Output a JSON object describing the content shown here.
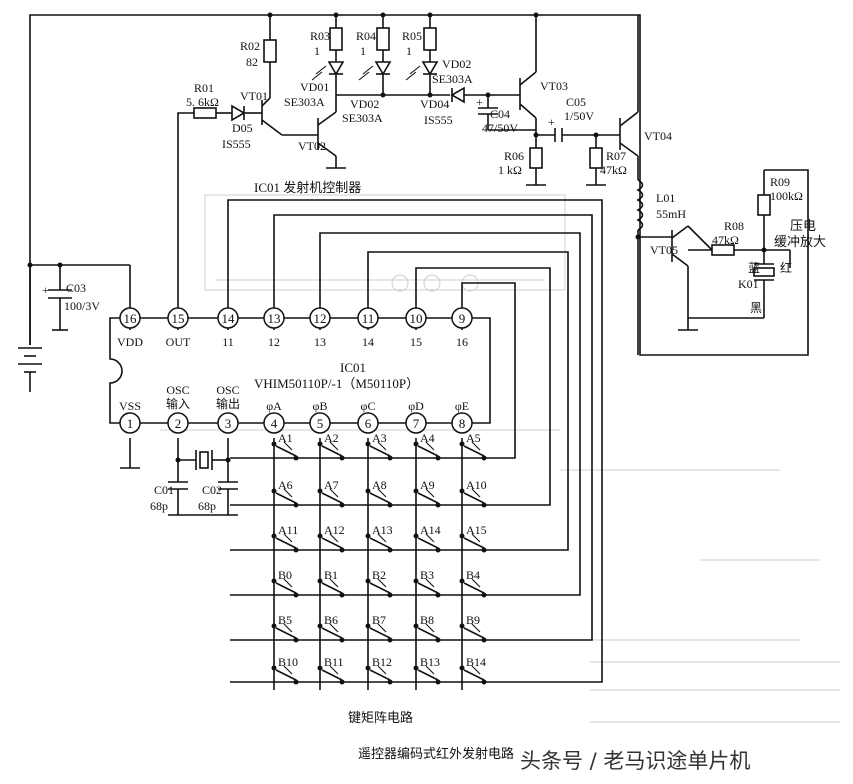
{
  "components": {
    "R02": {
      "name": "R02",
      "value": "82"
    },
    "R03": {
      "name": "R03",
      "value": "1"
    },
    "R04": {
      "name": "R04",
      "value": "1"
    },
    "R05": {
      "name": "R05",
      "value": "1"
    },
    "R01": {
      "name": "R01",
      "value": "5. 6kΩ"
    },
    "D05": {
      "name": "D05",
      "value": "IS555"
    },
    "VT01": {
      "name": "VT01"
    },
    "VT02": {
      "name": "VT02"
    },
    "VT03": {
      "name": "VT03"
    },
    "VT04": {
      "name": "VT04"
    },
    "VT05": {
      "name": "VT05"
    },
    "VD01": {
      "name": "VD01",
      "value": "SE303A"
    },
    "VD02a": {
      "name": "VD02",
      "value": "SE303A"
    },
    "VD02b": {
      "name": "VD02",
      "value": "SE303A"
    },
    "VD04": {
      "name": "VD04",
      "value": "IS555"
    },
    "C04": {
      "name": "C04",
      "value": "47/50V"
    },
    "C05": {
      "name": "C05",
      "value": "1/50V"
    },
    "R06": {
      "name": "R06",
      "value": "1 kΩ"
    },
    "R07": {
      "name": "R07",
      "value": "47kΩ"
    },
    "R08": {
      "name": "R08",
      "value": "47kΩ"
    },
    "R09": {
      "name": "R09",
      "value": "100kΩ"
    },
    "L01": {
      "name": "L01",
      "value": "55mH"
    },
    "C03": {
      "name": "C03",
      "value": "100/3V"
    },
    "C01": {
      "name": "C01",
      "value": "68p"
    },
    "C02": {
      "name": "C02",
      "value": "68p"
    },
    "K01": {
      "name": "K01",
      "blue": "蓝",
      "red": "红",
      "black": "黑"
    }
  },
  "labels": {
    "controller": "IC01  发射机控制器",
    "buzzer": [
      "压电",
      "缓冲放大"
    ],
    "keymatrix": "键矩阵电路",
    "caption": "遥控器编码式红外发射电路",
    "watermark": "头条号 / 老马识途单片机"
  },
  "ic": {
    "name": "IC01",
    "part": "VHIM50110P/-1（M50110P）",
    "top_pins": [
      {
        "num": "16",
        "label": "VDD"
      },
      {
        "num": "15",
        "label": "OUT"
      },
      {
        "num": "14",
        "label": "11"
      },
      {
        "num": "13",
        "label": "12"
      },
      {
        "num": "12",
        "label": "13"
      },
      {
        "num": "11",
        "label": "14"
      },
      {
        "num": "10",
        "label": "15"
      },
      {
        "num": "9",
        "label": "16"
      }
    ],
    "bottom_pins": [
      {
        "num": "1",
        "label": "VSS",
        "label2": ""
      },
      {
        "num": "2",
        "label": "OSC",
        "label2": "输入"
      },
      {
        "num": "3",
        "label": "OSC",
        "label2": "输出"
      },
      {
        "num": "4",
        "label": "φA",
        "label2": ""
      },
      {
        "num": "5",
        "label": "φB",
        "label2": ""
      },
      {
        "num": "6",
        "label": "φC",
        "label2": ""
      },
      {
        "num": "7",
        "label": "φD",
        "label2": ""
      },
      {
        "num": "8",
        "label": "φE",
        "label2": ""
      }
    ]
  },
  "keys": [
    [
      "A1",
      "A2",
      "A3",
      "A4",
      "A5"
    ],
    [
      "A6",
      "A7",
      "A8",
      "A9",
      "A10"
    ],
    [
      "A11",
      "A12",
      "A13",
      "A14",
      "A15"
    ],
    [
      "B0",
      "B1",
      "B2",
      "B3",
      "B4"
    ],
    [
      "B5",
      "B6",
      "B7",
      "B8",
      "B9"
    ],
    [
      "B10",
      "B11",
      "B12",
      "B13",
      "B14"
    ]
  ]
}
